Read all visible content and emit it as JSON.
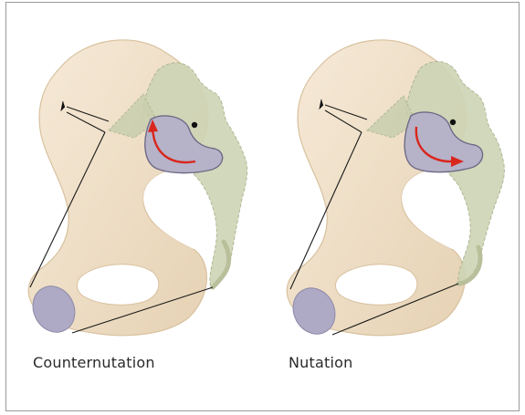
{
  "figure": {
    "panels": [
      {
        "caption": "Counternutation",
        "motion": "counternutation"
      },
      {
        "caption": "Nutation",
        "motion": "nutation"
      }
    ],
    "colors": {
      "bone": "#f1e2cc",
      "bone_shadow": "#dcc6a6",
      "sacrum": "#cfd5b6",
      "sacrum_edge": "#a9b38e",
      "joint_surface": "#b6b2c8",
      "pubis_facet": "#aeaac6",
      "arrow": "#d9261c",
      "line": "#1a1a1a"
    }
  }
}
